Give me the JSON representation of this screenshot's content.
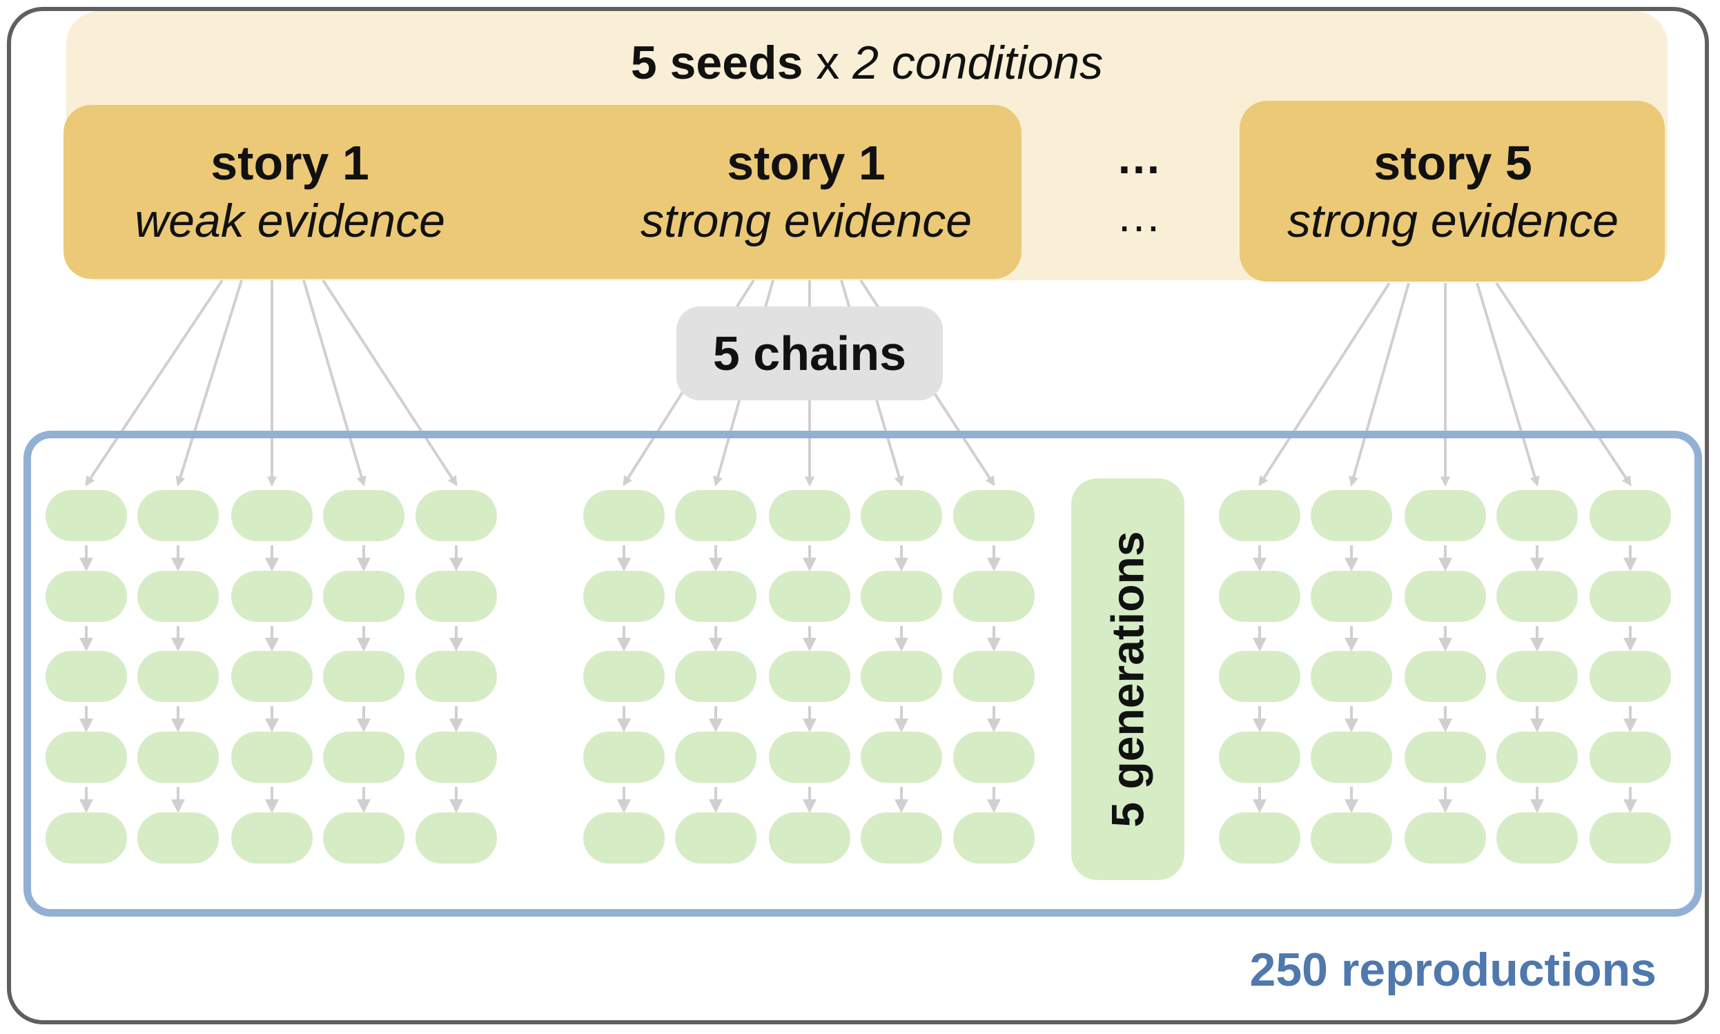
{
  "header": {
    "seeds_bold": "5 seeds",
    "times": " x ",
    "conditions_italic": "2 conditions"
  },
  "stories": [
    {
      "title": "story 1",
      "condition": "weak evidence"
    },
    {
      "title": "story 1",
      "condition": "strong evidence"
    },
    {
      "title": "story 5",
      "condition": "strong evidence"
    }
  ],
  "ellipsis_top": "…",
  "ellipsis_bottom": "…",
  "chains_label": "5 chains",
  "generations_label": "5 generations",
  "reproductions_label": "250 reproductions",
  "structure": {
    "groups_shown": 3,
    "chains_per_story": 5,
    "generations_per_chain": 5
  },
  "colors": {
    "frame": "#5f5f5f",
    "seeds_band": "#f8efd6",
    "story_box": "#ebc977",
    "chains_pill": "#e1e1e1",
    "repro_frame": "#92b0d4",
    "repro_text": "#4f78ad",
    "node": "#d5ecc5",
    "arrow": "#d0d0d0"
  }
}
